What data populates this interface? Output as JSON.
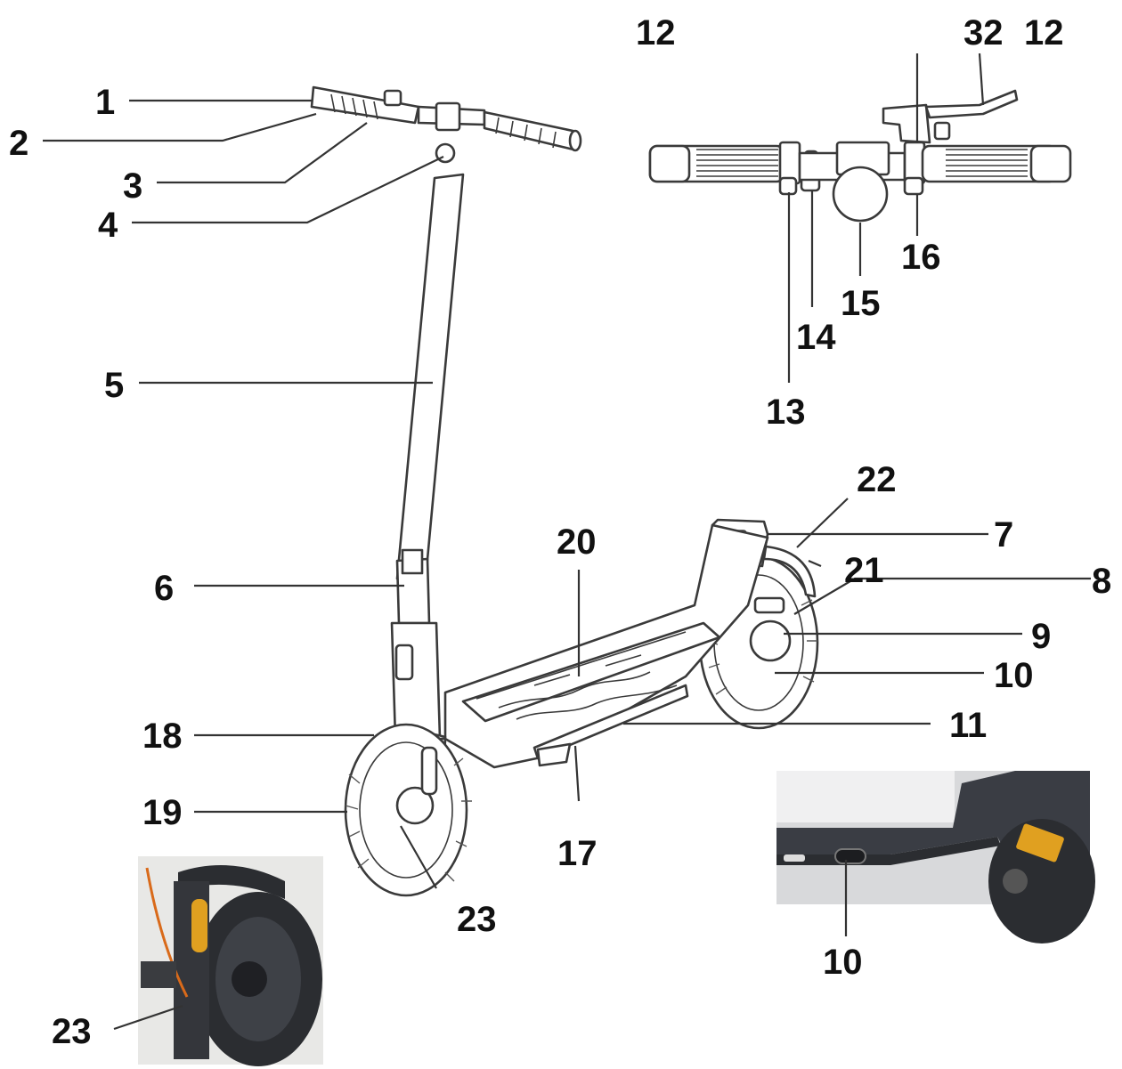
{
  "labels": {
    "l1": "1",
    "l2": "2",
    "l3": "3",
    "l4": "4",
    "l5": "5",
    "l6": "6",
    "l7": "7",
    "l8": "8",
    "l9": "9",
    "l10a": "10",
    "l11": "11",
    "l12a": "12",
    "l32": "32",
    "l12b": "12",
    "l13": "13",
    "l14": "14",
    "l15": "15",
    "l16": "16",
    "l17": "17",
    "l18": "18",
    "l19": "19",
    "l20": "20",
    "l21": "21",
    "l22": "22",
    "l23a": "23",
    "l23b": "23",
    "l10b": "10"
  },
  "colors": {
    "ink": "#3a3a3a",
    "reflector": "#e0a020",
    "photo_dark": "#2b2d31",
    "photo_bg": "#e8e8e6"
  }
}
